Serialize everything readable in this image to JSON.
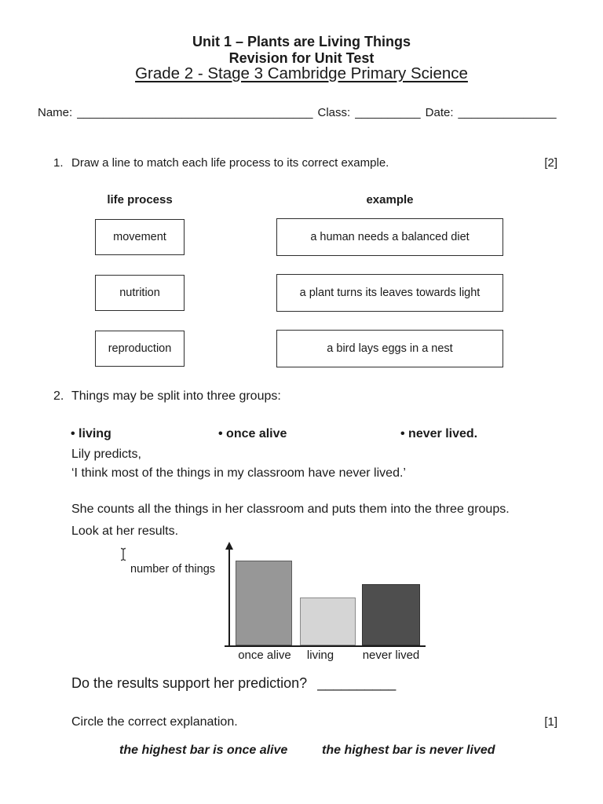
{
  "header": {
    "line1": "Unit 1 – Plants are Living Things",
    "line2": "Revision for Unit Test",
    "line3": "Grade 2 - Stage 3 Cambridge Primary Science"
  },
  "name_row": {
    "name_label": "Name:",
    "name_blank": "____________________________________",
    "class_label": "Class:",
    "class_blank": "__________",
    "date_label": "Date:",
    "date_blank": "_______________"
  },
  "q1": {
    "number": "1.",
    "text": "Draw a line to match each life process to its correct example.",
    "marks": "[2]",
    "left_header": "life process",
    "right_header": "example",
    "left_boxes": [
      "movement",
      "nutrition",
      "reproduction"
    ],
    "right_boxes": [
      "a human needs a balanced diet",
      "a plant turns its leaves towards light",
      "a bird lays eggs in a nest"
    ]
  },
  "q2": {
    "number": "2.",
    "text": "Things may be split into three groups:",
    "bullets": [
      "• living",
      "• once alive",
      "• never lived."
    ],
    "lily_intro": "Lily predicts,",
    "lily_quote": "‘I think most of the things in my classroom have never lived.’",
    "counts_line": "She counts all the things in her classroom and puts them into the three groups.",
    "look_line": "Look at her results.",
    "prediction_label": "Do the results support her prediction?",
    "prediction_blank": "__________",
    "circle_label": "Circle the correct explanation.",
    "circle_marks": "[1]",
    "options": [
      "the highest bar is once alive",
      "the highest bar is never lived"
    ]
  },
  "chart_data": {
    "type": "bar",
    "title": "",
    "xlabel": "",
    "ylabel": "number of things",
    "categories": [
      "once alive",
      "living",
      "never lived"
    ],
    "values": [
      108,
      61,
      78
    ],
    "value_scale": "relative bar heights (y-axis has no numeric tick labels)",
    "y_axis_ticks": [],
    "grid": false,
    "legend": false,
    "bar_colors": [
      "#979797",
      "#d5d5d5",
      "#4e4e4e"
    ],
    "bar_border_colors": [
      "#5d5d5d",
      "#8a8a8a",
      "#343434"
    ],
    "axis_color": "#1b1b1b"
  }
}
